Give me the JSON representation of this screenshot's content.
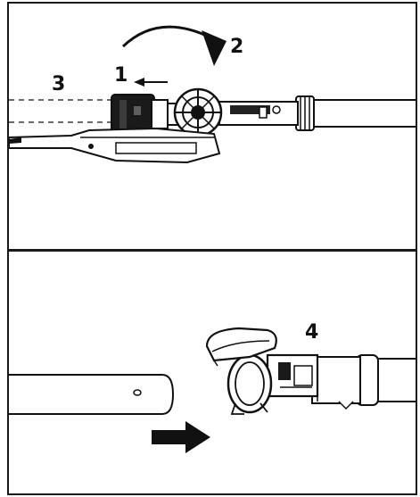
{
  "diagram": {
    "top_panel": {
      "steps": [
        {
          "id": "1",
          "label": "1"
        },
        {
          "id": "2",
          "label": "2"
        },
        {
          "id": "3",
          "label": "3"
        }
      ]
    },
    "bottom_panel": {
      "steps": [
        {
          "id": "4",
          "label": "4"
        }
      ]
    }
  },
  "colors": {
    "stroke": "#111111",
    "fill_dark": "#1a1a1a",
    "background": "#ffffff"
  }
}
